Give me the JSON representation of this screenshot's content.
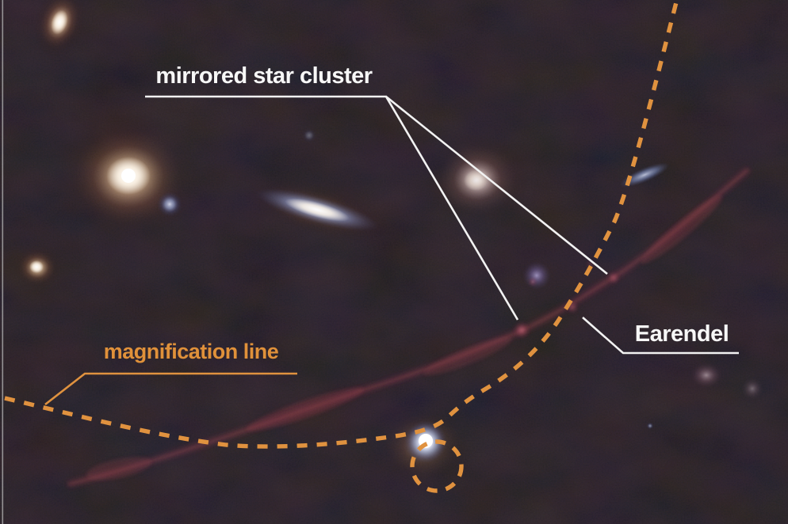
{
  "image": {
    "description": "Deep-space telescope photograph of a gravitationally lensed field with galaxies, a lensed arc and annotation overlays",
    "background_color": "#060404"
  },
  "annotations": {
    "mirrored_star_cluster": {
      "label": "mirrored star cluster",
      "color": "#f7f7f7"
    },
    "earendel": {
      "label": "Earendel",
      "color": "#f7f7f7"
    },
    "magnification_line": {
      "label": "magnification line",
      "color": "#e0913a"
    }
  },
  "colors": {
    "annotation_white": "#f2f2f2",
    "annotation_orange": "#e0923f",
    "arc_red": "#93323e",
    "frame_edge": "#b8b8b8"
  },
  "icons": {
    "magnification_dashed_line": "orange-dashed-curve",
    "lens_loop": "orange-dashed-circle",
    "pointer_lines": "white-callout-lines"
  }
}
